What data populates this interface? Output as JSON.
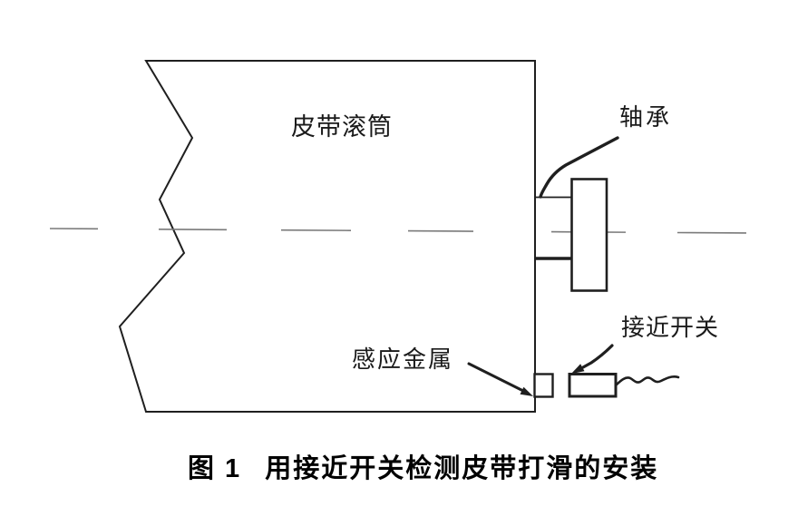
{
  "colors": {
    "background": "#ffffff",
    "line": "#1f1f1f",
    "centerline": "#7a7a7a",
    "text": "#1a1a1a"
  },
  "labels": {
    "roller": "皮带滚筒",
    "bearing": "轴承",
    "induction_metal": "感应金属",
    "proximity_switch": "接近开关"
  },
  "caption": {
    "label": "图 1",
    "title": "用接近开关检测皮带打滑的安装"
  }
}
